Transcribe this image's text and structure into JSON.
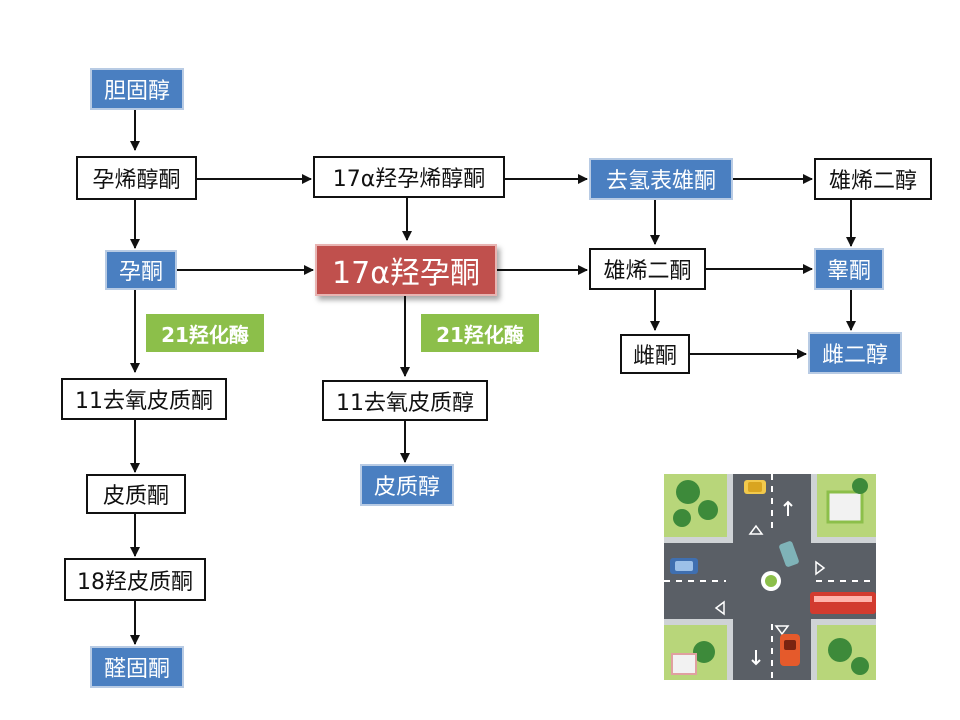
{
  "diagram": {
    "nodes": {
      "cholesterol": "胆固醇",
      "pregnenolone": "孕烯醇酮",
      "oh17_pregnenolone": "17α羟孕烯醇酮",
      "dhea": "去氢表雄酮",
      "androstenediol": "雄烯二醇",
      "progesterone": "孕酮",
      "oh17_progesterone": "17α羟孕酮",
      "androstenedione": "雄烯二酮",
      "testosterone": "睾酮",
      "estrone": "雌酮",
      "estradiol": "雌二醇",
      "enzyme_21oh_left": "21羟化酶",
      "enzyme_21oh_right": "21羟化酶",
      "deoxycorticosterone": "11去氧皮质酮",
      "deoxycortisol": "11去氧皮质醇",
      "corticosterone": "皮质酮",
      "cortisol": "皮质醇",
      "oh18_corticosterone": "18羟皮质酮",
      "aldosterone": "醛固酮"
    }
  },
  "illustration": {
    "name": "traffic-intersection"
  },
  "colors": {
    "blue": "#4a7fc1",
    "red": "#c0504d",
    "green": "#8cbf4a"
  }
}
